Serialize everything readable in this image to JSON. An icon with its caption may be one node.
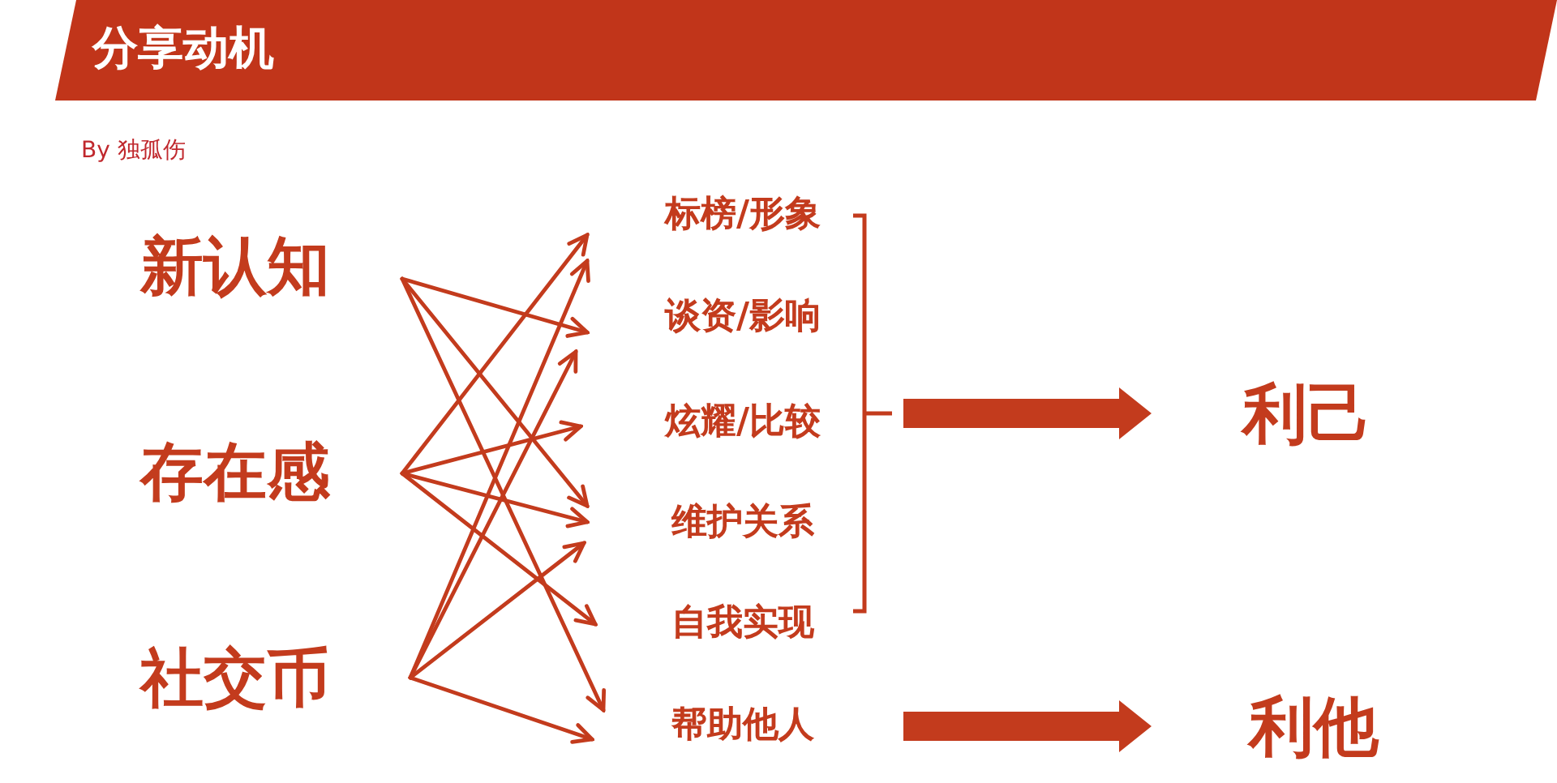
{
  "diagram": {
    "title": "分享动机",
    "nodes": [
      {
        "text": [
          "新认知"
        ]
      },
      {
        "text": [
          "存在感"
        ]
      },
      {
        "text": [
          "社交币"
        ]
      },
      {
        "text": [
          "标榜/形象"
        ]
      },
      {
        "text": [
          "谈资/影响"
        ]
      },
      {
        "text": [
          "炫耀/比较"
        ]
      },
      {
        "text": [
          "维护关系"
        ]
      },
      {
        "text": [
          "自我实现"
        ]
      },
      {
        "text": [
          "帮助他人"
        ]
      },
      {
        "text": [],
        "shape": "bracket"
      },
      {
        "text": [
          "利己"
        ]
      },
      {
        "text": [
          "利他"
        ]
      }
    ],
    "edges": [
      {
        "from": 0,
        "to": 4,
        "arrow": "to"
      },
      {
        "from": 0,
        "to": 6,
        "arrow": "to"
      },
      {
        "from": 0,
        "to": 8,
        "arrow": "to"
      },
      {
        "from": 1,
        "to": 3,
        "arrow": "to"
      },
      {
        "from": 1,
        "to": 5,
        "arrow": "to"
      },
      {
        "from": 1,
        "to": 6,
        "arrow": "to"
      },
      {
        "from": 1,
        "to": 7,
        "arrow": "to"
      },
      {
        "from": 2,
        "to": 3,
        "arrow": "to"
      },
      {
        "from": 2,
        "to": 4,
        "arrow": "to"
      },
      {
        "from": 2,
        "to": 6,
        "arrow": "to"
      },
      {
        "from": 2,
        "to": 8,
        "arrow": "to"
      },
      {
        "from": 9,
        "to": 10,
        "arrow": "to",
        "style": "thick"
      },
      {
        "from": 8,
        "to": 11,
        "arrow": "to",
        "style": "thick"
      }
    ],
    "labels": [
      "By 独孤伤"
    ]
  }
}
